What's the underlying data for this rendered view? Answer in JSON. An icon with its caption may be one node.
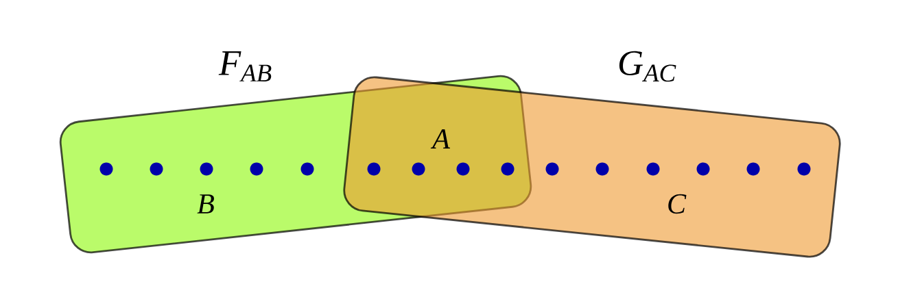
{
  "diagram": {
    "nodes": [
      {
        "text": [
          "F$_{AB}$",
          "B"
        ]
      },
      {
        "text": [
          "G$_{AC}$",
          "C"
        ]
      }
    ],
    "labels": [
      "A"
    ]
  }
}
